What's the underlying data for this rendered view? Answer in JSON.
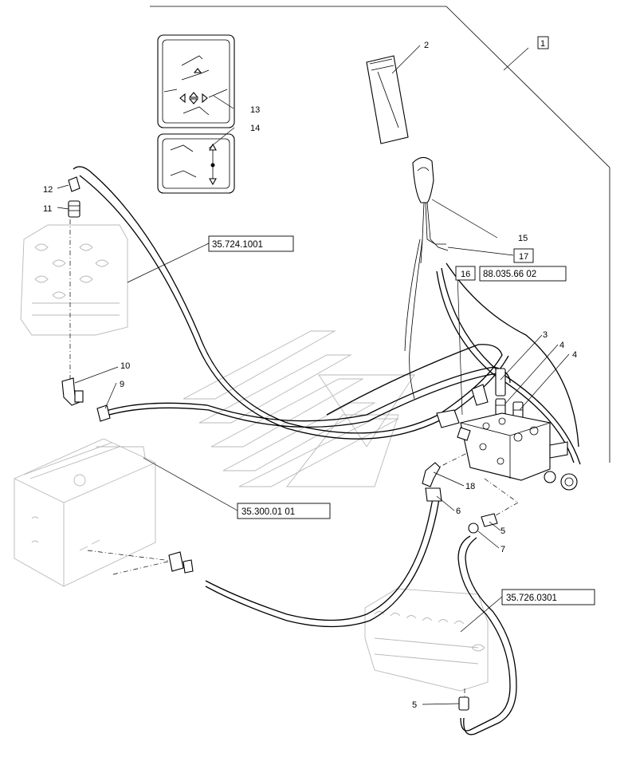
{
  "callouts": {
    "c1": "1",
    "c2": "2",
    "c3": "3",
    "c4a": "4",
    "c4b": "4",
    "c5a": "5",
    "c5b": "5",
    "c6": "6",
    "c7": "7",
    "c9": "9",
    "c10": "10",
    "c11": "11",
    "c12": "12",
    "c13": "13",
    "c14": "14",
    "c15": "15",
    "c16": "16",
    "c17": "17",
    "c18": "18"
  },
  "references": {
    "ref_35_724": "35.724.1001",
    "ref_88_035": "88.035.66 02",
    "ref_35_300": "35.300.01 01",
    "ref_35_726": "35.726.0301"
  },
  "manual_label": "manual-icon",
  "watermark": "dealer-watermark"
}
